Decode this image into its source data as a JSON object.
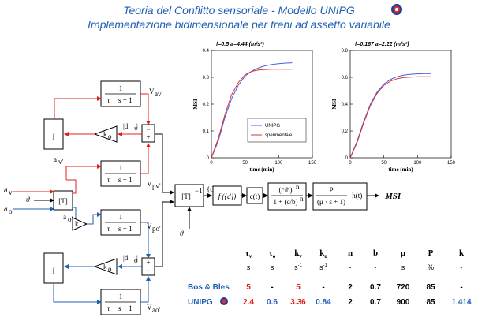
{
  "titles": {
    "line1": "Teoria del Conflitto sensoriale - Modello UNIPG",
    "line2": "Implementazione bidimensionale per treni ad assetto variabile"
  },
  "diagram": {
    "inputs": {
      "av": "a",
      "av_sub": "v",
      "theta": "ϑ",
      "ao": "a",
      "ao_sub": "o"
    },
    "blocks": {
      "tf_num": "1",
      "tf_av_den": "τ",
      "tf_den_tail": "s + 1",
      "integrator": "∫",
      "gain_ko": "k",
      "gain_k": "k",
      "T": "[T]",
      "Tinv": "[T]",
      "Tinv_exp": "−1",
      "dv": "|d",
      "do": "|d",
      "d_vec": "{d}",
      "fd": "f ({d})",
      "ct": "c(t)",
      "hill_num": "(c/b)",
      "hill_den": "1 + (c/b)",
      "hill_exp": "n",
      "p_num": "P",
      "p_den": "(μ · s + 1)",
      "h_t": "· h(t)",
      "msi": "MSI"
    },
    "signals": {
      "V": "V",
      "sub_av": "av'",
      "sub_pv": "pv'",
      "sub_po": "po'",
      "sub_ao": "ao'",
      "a": "a",
      "sub_v": "v'",
      "sub_o": "o'"
    },
    "sum_signs": {
      "plus": "+",
      "minus": "−"
    },
    "colors": {
      "vertical": "#e02020",
      "horizontal": "#1f5fb4",
      "neutral": "#000000"
    }
  },
  "chart_data": [
    {
      "type": "line",
      "title": "f=0.5  a=4.44 (m/s²)",
      "xlabel": "time (min)",
      "ylabel": "MSI",
      "xlim": [
        0,
        150
      ],
      "ylim": [
        0,
        0.4
      ],
      "xticks": [
        0,
        50,
        100,
        150
      ],
      "yticks": [
        0,
        0.1,
        0.2,
        0.3,
        0.4
      ],
      "legend": "bottom-right",
      "series": [
        {
          "name": "UNIPG",
          "color": "#4060e0",
          "x": [
            0,
            10,
            20,
            30,
            40,
            50,
            60,
            70,
            80,
            90,
            100,
            110,
            120
          ],
          "y": [
            0,
            0.06,
            0.15,
            0.22,
            0.27,
            0.305,
            0.323,
            0.335,
            0.343,
            0.348,
            0.351,
            0.353,
            0.354
          ]
        },
        {
          "name": "sperimentale",
          "color": "#e03030",
          "x": [
            0,
            10,
            20,
            30,
            40,
            50,
            60,
            70,
            80,
            90,
            100,
            110,
            120
          ],
          "y": [
            0,
            0.07,
            0.16,
            0.235,
            0.28,
            0.31,
            0.322,
            0.327,
            0.329,
            0.33,
            0.33,
            0.33,
            0.33
          ]
        }
      ]
    },
    {
      "type": "line",
      "title": "f=0.167  a=2.22 (m/s²)",
      "xlabel": "time (min)",
      "ylabel": "MSI",
      "xlim": [
        0,
        150
      ],
      "ylim": [
        0,
        0.8
      ],
      "xticks": [
        0,
        50,
        100,
        150
      ],
      "yticks": [
        0,
        0.2,
        0.4,
        0.6,
        0.8
      ],
      "series": [
        {
          "name": "UNIPG",
          "color": "#4060e0",
          "x": [
            0,
            10,
            20,
            30,
            40,
            50,
            60,
            70,
            80,
            90,
            100,
            110,
            120
          ],
          "y": [
            0,
            0.12,
            0.27,
            0.4,
            0.49,
            0.55,
            0.585,
            0.605,
            0.617,
            0.623,
            0.626,
            0.628,
            0.628
          ]
        },
        {
          "name": "sperimentale",
          "color": "#e03030",
          "x": [
            0,
            10,
            20,
            30,
            40,
            50,
            60,
            70,
            80,
            90,
            100,
            110,
            120
          ],
          "y": [
            0,
            0.11,
            0.26,
            0.39,
            0.48,
            0.54,
            0.572,
            0.59,
            0.598,
            0.602,
            0.604,
            0.605,
            0.605
          ]
        }
      ]
    }
  ],
  "table": {
    "headers": [
      "τ",
      "τ",
      "k",
      "k",
      "n",
      "b",
      "μ",
      "P",
      "k"
    ],
    "header_subs": [
      "v",
      "o",
      "v",
      "o",
      "",
      "",
      "",
      "",
      ""
    ],
    "units": [
      "s",
      "s",
      "s",
      "s",
      "-",
      "-",
      "s",
      "%",
      "-"
    ],
    "unit_sups": [
      "",
      "",
      "-1",
      "-1",
      "",
      "",
      "",
      "",
      ""
    ],
    "rows": [
      {
        "name": "Bos & Bles",
        "cells": [
          "5",
          "-",
          "5",
          "-",
          "2",
          "0.7",
          "720",
          "85",
          "-"
        ],
        "colors": [
          "#e02020",
          "#000000",
          "#e02020",
          "#000000",
          "#000000",
          "#000000",
          "#000000",
          "#000000",
          "#000000"
        ]
      },
      {
        "name": "UNIPG",
        "cells": [
          "2.4",
          "0.6",
          "3.36",
          "0.84",
          "2",
          "0.7",
          "900",
          "85",
          "1.414"
        ],
        "colors": [
          "#e02020",
          "#1f5fb4",
          "#e02020",
          "#1f5fb4",
          "#000000",
          "#000000",
          "#000000",
          "#000000",
          "#1f5fb4"
        ]
      }
    ]
  }
}
